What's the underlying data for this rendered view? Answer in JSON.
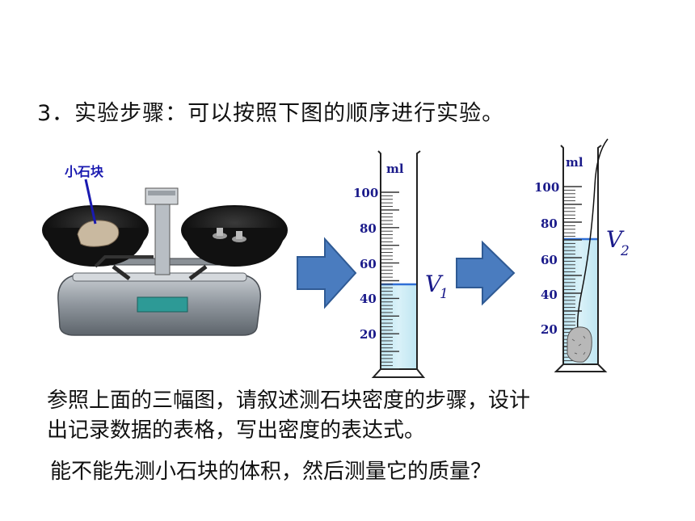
{
  "heading": "3．实验步骤：可以按照下图的顺序进行实验。",
  "figure": {
    "balance_label": "小石块",
    "cylinder1": {
      "unit": "ml",
      "ticks": [
        "100",
        "80",
        "60",
        "40",
        "20"
      ],
      "volume_label": "V",
      "volume_sub": "1"
    },
    "cylinder2": {
      "unit": "ml",
      "ticks": [
        "100",
        "80",
        "60",
        "40",
        "20"
      ],
      "volume_label": "V",
      "volume_sub": "2"
    }
  },
  "text": {
    "line1": "参照上面的三幅图，请叙述测石块密度的步骤，设计",
    "line2": "出记录数据的表格，写出密度的表达式。",
    "question": "能不能先测小石块的体积，然后测量它的质量？"
  }
}
